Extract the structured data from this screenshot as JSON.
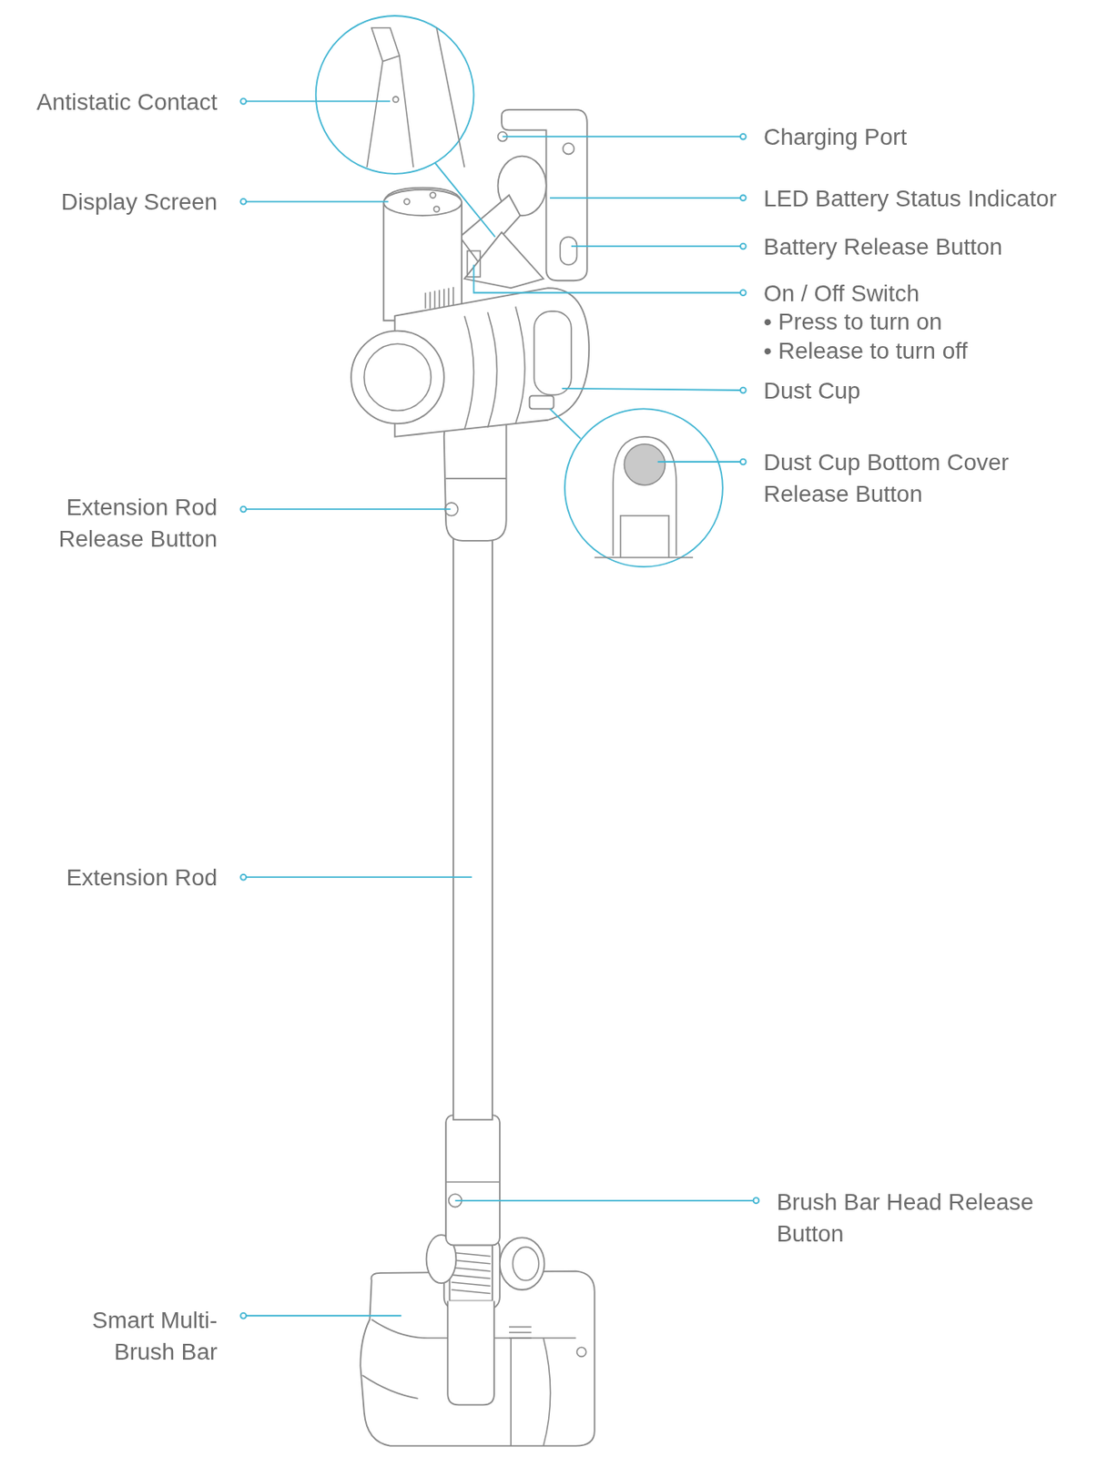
{
  "diagram": {
    "labels": [
      "Antistatic Contact",
      "Display Screen",
      "Extension Rod Release Button",
      "Extension Rod",
      "Smart Multi-Brush Bar",
      "Charging Port",
      "LED Battery Status Indicator",
      "Battery Release Button",
      "On / Off Switch",
      "• Press to turn on",
      "• Release to turn off",
      "Dust Cup",
      "Dust Cup Bottom Cover Release Button",
      "Brush Bar Head Release Button"
    ]
  }
}
